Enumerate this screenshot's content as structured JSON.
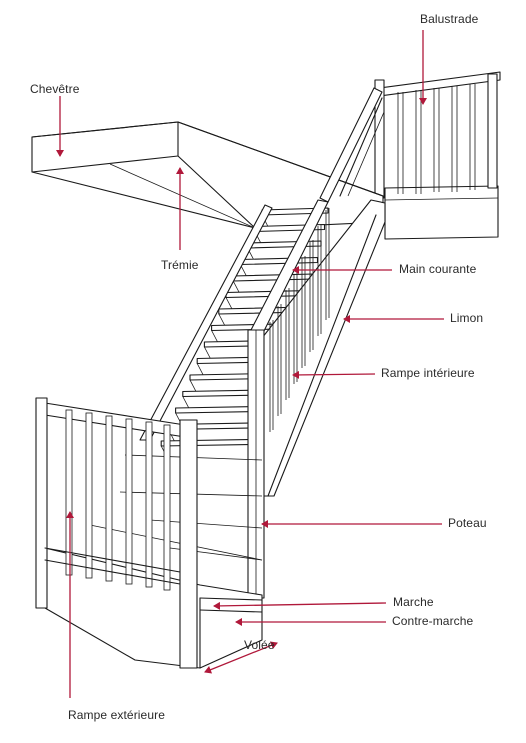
{
  "accent_color": "#b0183a",
  "ink_color": "#1a1a1a",
  "labels": {
    "balustrade": "Balustrade",
    "chevetre": "Chevêtre",
    "tremie": "Trémie",
    "main_courante": "Main courante",
    "limon": "Limon",
    "rampe_interieure": "Rampe intérieure",
    "poteau": "Poteau",
    "marche": "Marche",
    "contre_marche": "Contre-marche",
    "volee": "Volée",
    "rampe_exterieure": "Rampe extérieure"
  }
}
